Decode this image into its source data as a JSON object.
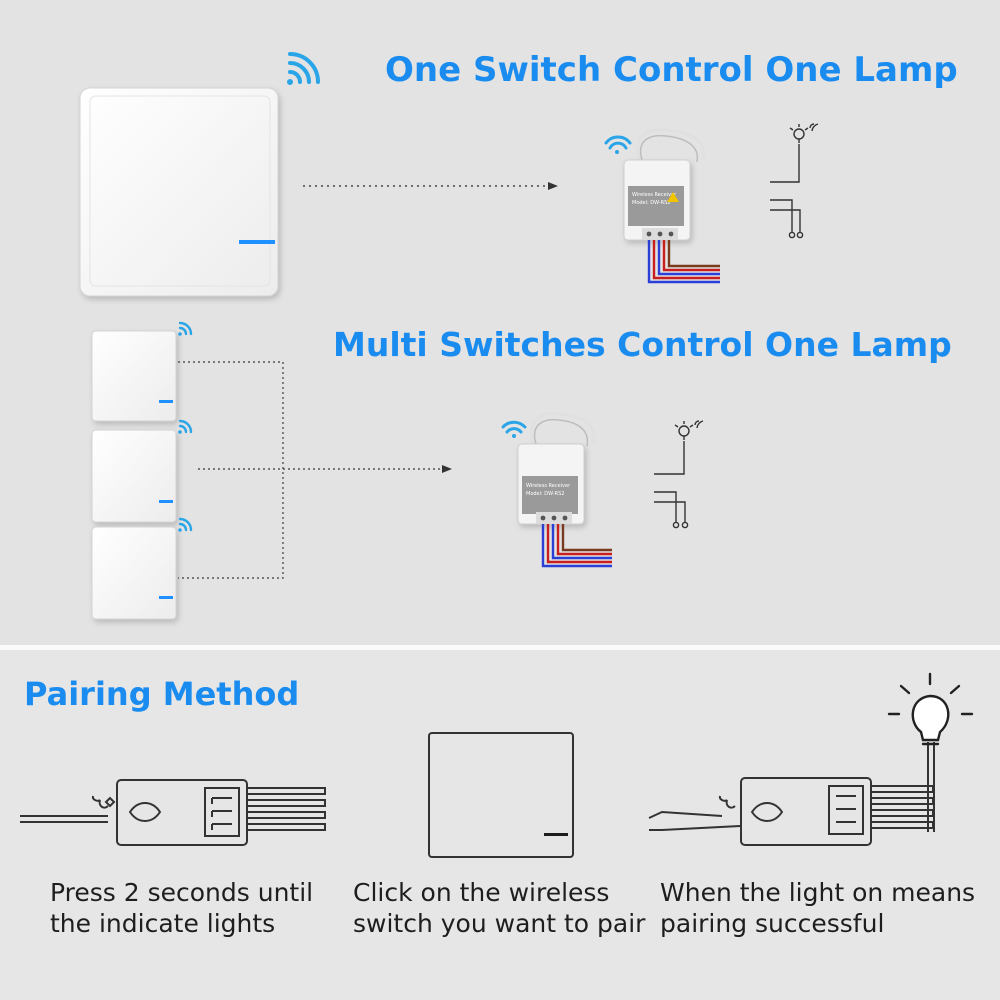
{
  "sections": {
    "one_switch": {
      "title": "One Switch Control One Lamp"
    },
    "multi_switch": {
      "title": "Multi Switches Control One Lamp"
    },
    "pairing": {
      "title": "Pairing Method"
    }
  },
  "steps": [
    {
      "line1": "Press 2 seconds until",
      "line2": "the indicate lights"
    },
    {
      "line1": "Click on the wireless",
      "line2": "switch you want to pair"
    },
    {
      "line1": "When the light on means",
      "line2": "pairing successful"
    }
  ],
  "receiver_label": {
    "line1": "Wireless Receiver",
    "line2": "Model: DW-RS2"
  },
  "colors": {
    "accent": "#1a8cf0",
    "signal": "#2aa5e8",
    "indicator": "#1e90ff",
    "wire_blue": "#2b3fd6",
    "wire_red": "#c81e1e",
    "wire_brown": "#7a3a20"
  }
}
